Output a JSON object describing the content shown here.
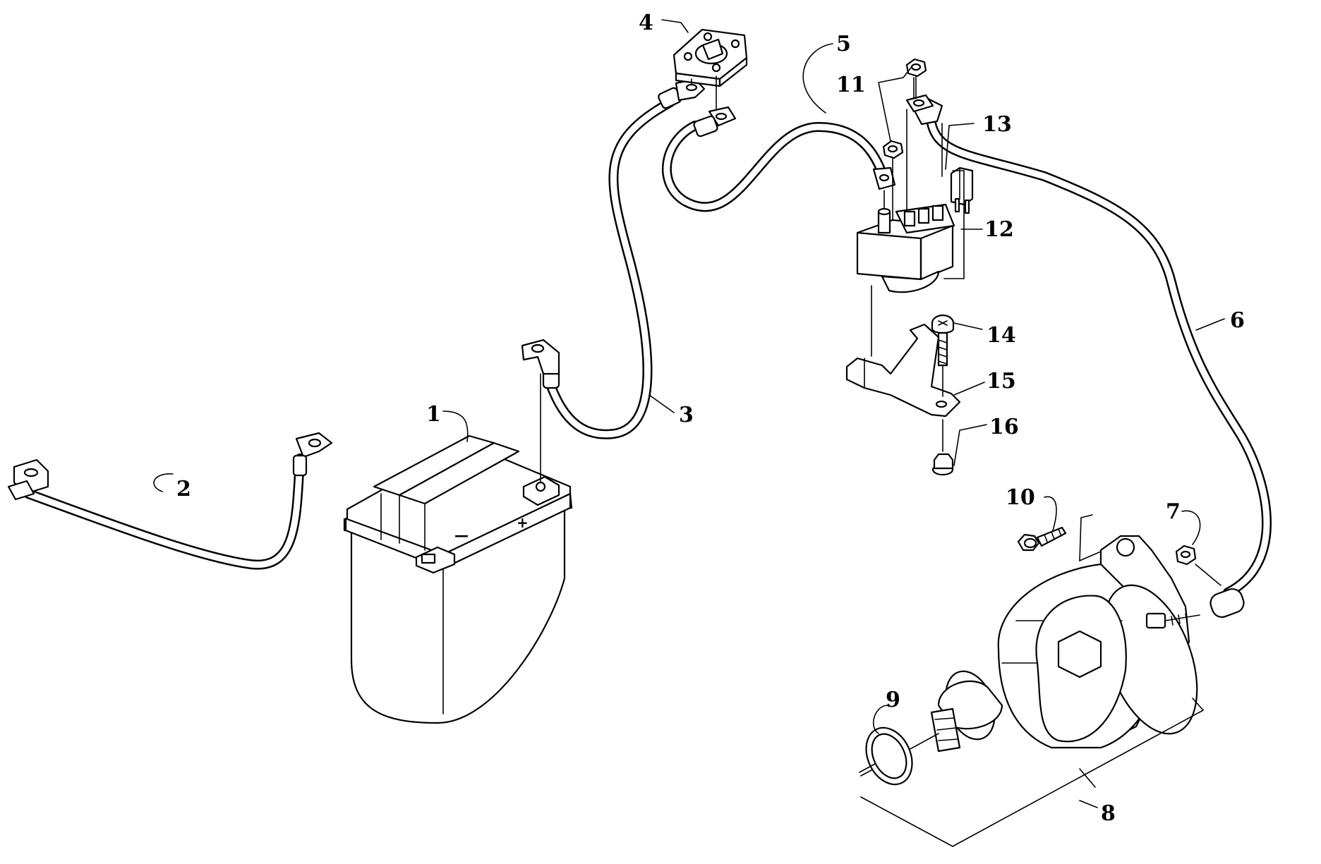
{
  "callouts": [
    {
      "id": "1",
      "text": "1"
    },
    {
      "id": "2",
      "text": "2"
    },
    {
      "id": "3",
      "text": "3"
    },
    {
      "id": "4",
      "text": "4"
    },
    {
      "id": "5",
      "text": "5"
    },
    {
      "id": "6",
      "text": "6"
    },
    {
      "id": "7",
      "text": "7"
    },
    {
      "id": "8",
      "text": "8"
    },
    {
      "id": "9",
      "text": "9"
    },
    {
      "id": "10",
      "text": "10"
    },
    {
      "id": "11",
      "text": "11"
    },
    {
      "id": "12",
      "text": "12"
    },
    {
      "id": "13",
      "text": "13"
    },
    {
      "id": "14",
      "text": "14"
    },
    {
      "id": "15",
      "text": "15"
    },
    {
      "id": "16",
      "text": "16"
    }
  ],
  "battery_symbols": {
    "positive": "+",
    "negative": "—"
  }
}
